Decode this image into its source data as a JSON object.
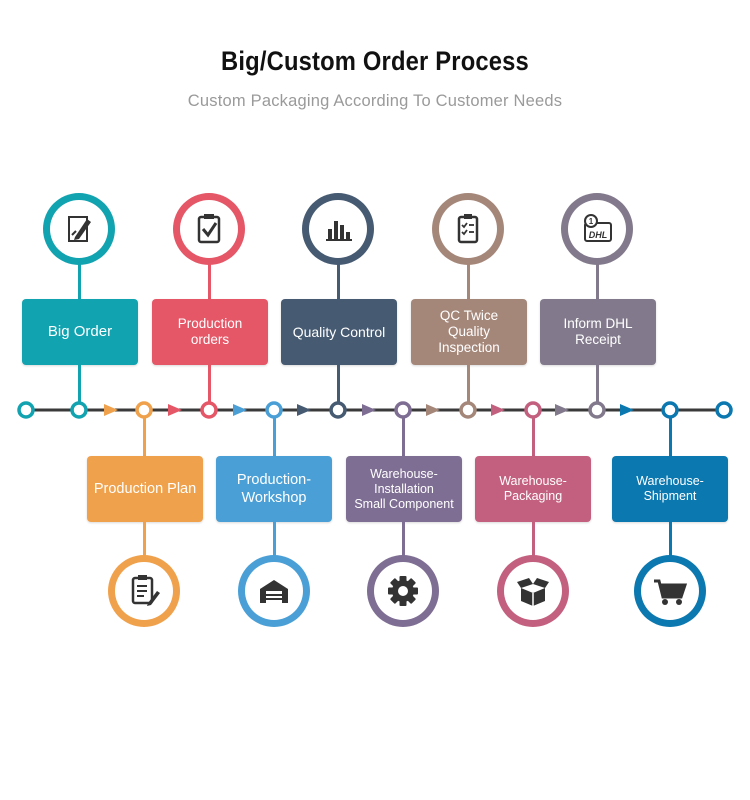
{
  "header": {
    "title": "Big/Custom Order Process",
    "subtitle": "Custom Packaging According To Customer Needs"
  },
  "colors": {
    "line": "#3a3a3a",
    "teal": "#12a3b0",
    "red": "#e55666",
    "slate": "#465a72",
    "taupe": "#a5877a",
    "gray_purple": "#827a8c",
    "orange": "#f0a14c",
    "blue": "#4aa0d6",
    "purple": "#7e6e93",
    "mauve": "#c4607f",
    "deep_blue": "#0b78b0"
  },
  "top_steps": [
    {
      "label": "Big Order",
      "icon": "edit-document-icon",
      "color": "#12a3b0"
    },
    {
      "label": "Production orders",
      "icon": "clipboard-check-icon",
      "color": "#e55666"
    },
    {
      "label": "Quality Control",
      "icon": "bar-chart-icon",
      "color": "#465a72"
    },
    {
      "label": "QC Twice\nQuality Inspection",
      "icon": "checklist-clipboard-icon",
      "color": "#a5877a"
    },
    {
      "label": "Inform DHL\nReceipt",
      "icon": "dhl-certificate-icon",
      "color": "#827a8c"
    }
  ],
  "bottom_steps": [
    {
      "label": "Production Plan",
      "icon": "plan-clipboard-icon",
      "color": "#f0a14c"
    },
    {
      "label": "Production-\nWorkshop",
      "icon": "warehouse-icon",
      "color": "#4aa0d6"
    },
    {
      "label": "Warehouse-\nInstallation\nSmall Component",
      "icon": "gear-icon",
      "color": "#7e6e93"
    },
    {
      "label": "Warehouse-\nPackaging",
      "icon": "open-box-icon",
      "color": "#c4607f"
    },
    {
      "label": "Warehouse-\nShipment",
      "icon": "shopping-cart-icon",
      "color": "#0b78b0"
    }
  ]
}
